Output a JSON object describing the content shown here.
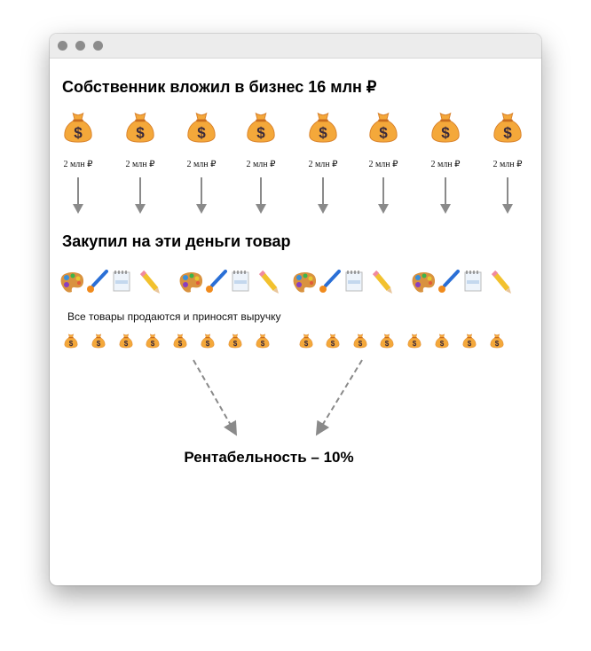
{
  "heading_invest": "Собственник вложил в бизнес 16 млн ₽",
  "bag_labels": [
    "2 млн ₽",
    "2 млн ₽",
    "2 млн ₽",
    "2 млн ₽",
    "2 млн ₽",
    "2 млн ₽",
    "2 млн ₽",
    "2 млн ₽"
  ],
  "heading_goods": "Закупил на эти деньги товар",
  "goods_icons": [
    "palette-icon",
    "paintbrush-icon",
    "notepad-icon",
    "pencil-icon"
  ],
  "sales_note": "Все товары продаются и приносят выручку",
  "result": "Рентабельность – 10%",
  "colors": {
    "bag": "#f4a83a",
    "arrow": "#8a8a8a"
  }
}
